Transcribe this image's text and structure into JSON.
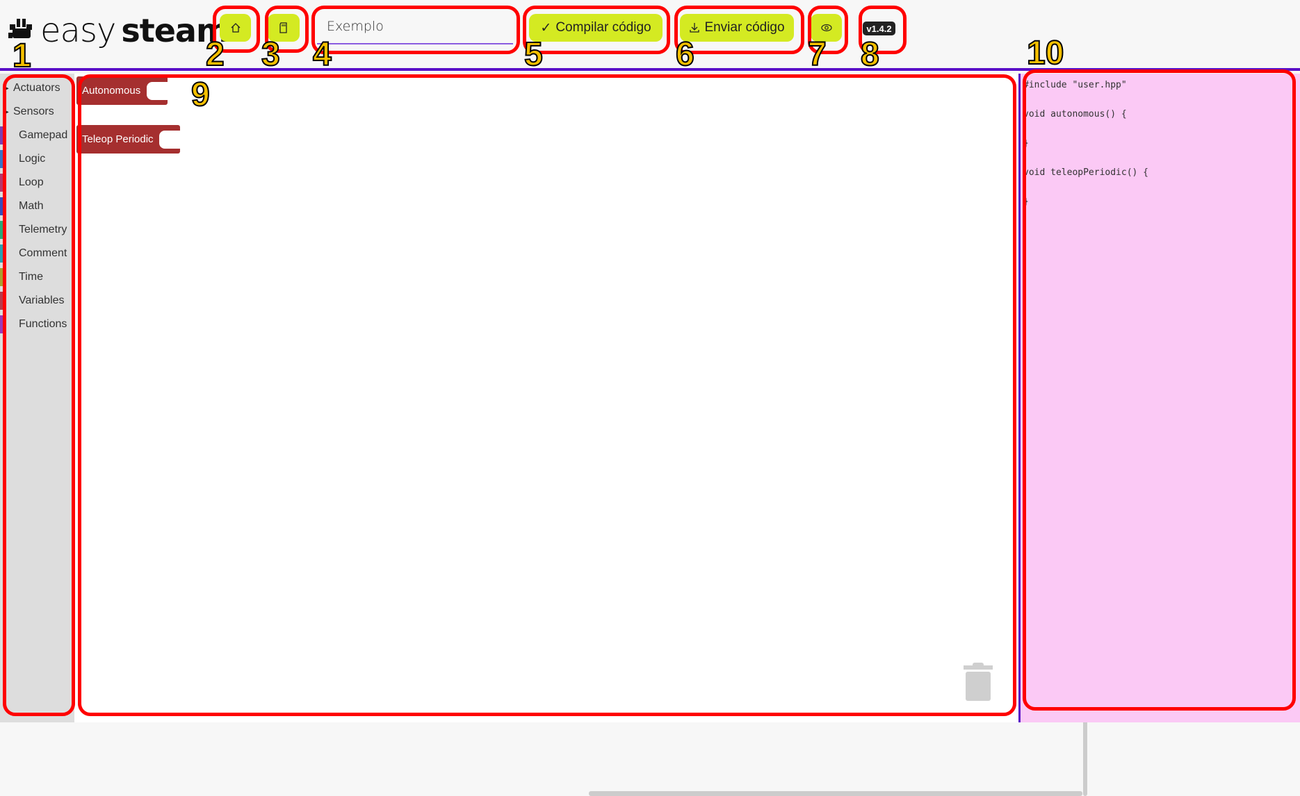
{
  "header": {
    "logo_easy": "easy",
    "logo_steam": "steam",
    "home_icon": "home-icon",
    "sd_icon": "sd-card-icon",
    "project_name": "Exemplo",
    "compile_label": "Compilar código",
    "send_label": "Enviar código",
    "preview_icon": "eye-icon",
    "version": "v1.4.2"
  },
  "sidebar": {
    "items": [
      {
        "label": "Actuators",
        "expandable": true,
        "color": null
      },
      {
        "label": "Sensors",
        "expandable": true,
        "color": null
      },
      {
        "label": "Gamepad",
        "color": "#7b3fb0"
      },
      {
        "label": "Logic",
        "color": "#3a72c4"
      },
      {
        "label": "Loop",
        "color": "#b8366a"
      },
      {
        "label": "Math",
        "color": "#3a4cb8"
      },
      {
        "label": "Telemetry",
        "color": "#2aa878"
      },
      {
        "label": "Comment",
        "color": "#2aa0b0"
      },
      {
        "label": "Time",
        "color": "#a8a030"
      },
      {
        "label": "Variables",
        "color": "#b83a4a"
      },
      {
        "label": "Functions",
        "color": "#9a3ab8"
      }
    ]
  },
  "workspace": {
    "blocks": [
      {
        "label": "Autonomous"
      },
      {
        "label": "Teleop Periodic"
      }
    ],
    "block_color": "#a52f2f"
  },
  "code": {
    "text": "#include \"user.hpp\"\n\nvoid autonomous() {\n\n}\n\nvoid teleopPeriodic() {\n\n}"
  },
  "annotations": [
    "1",
    "2",
    "3",
    "4",
    "5",
    "6",
    "7",
    "8",
    "9",
    "10"
  ]
}
